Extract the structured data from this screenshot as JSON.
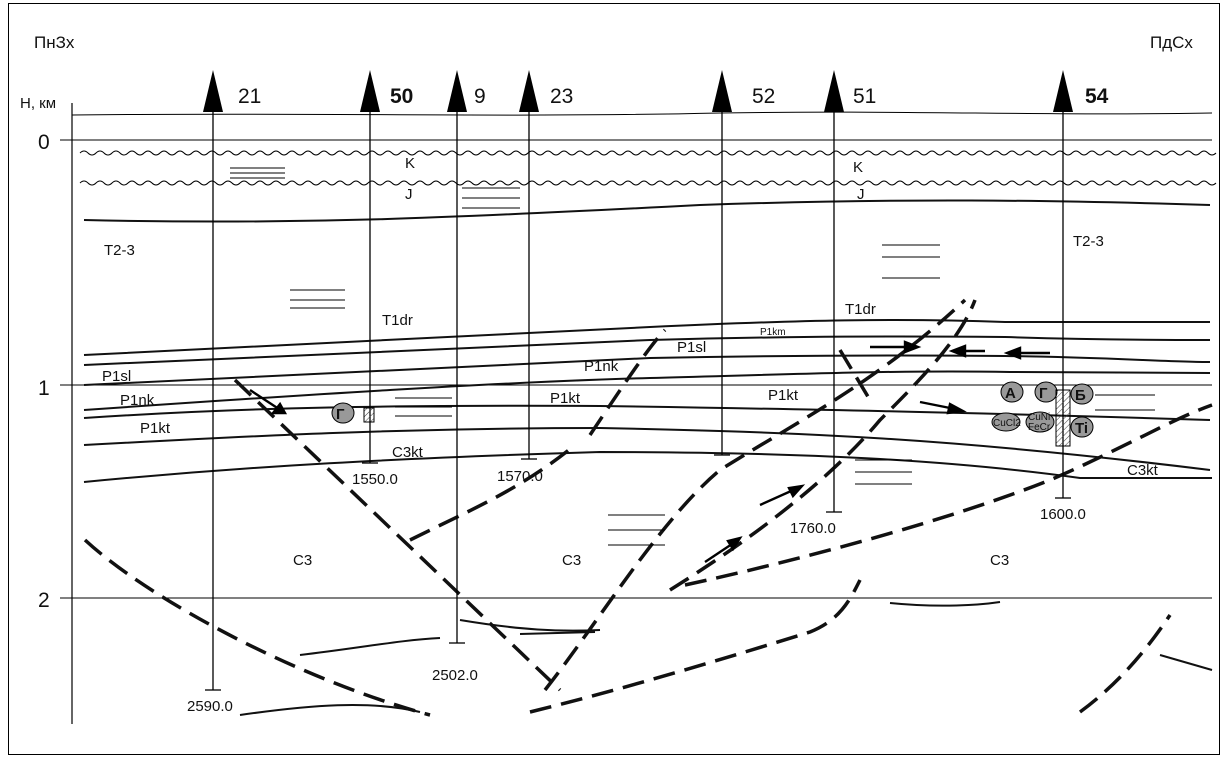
{
  "corner_left": "ПнЗх",
  "corner_right": "ПдСх",
  "axis": {
    "title": "H, км",
    "ticks": [
      {
        "value": 0,
        "label": "0"
      },
      {
        "value": 1,
        "label": "1"
      },
      {
        "value": 2,
        "label": "2"
      }
    ]
  },
  "wells": [
    {
      "id": "21",
      "label": "21",
      "depth_label": "2590.0",
      "bold": false
    },
    {
      "id": "50",
      "label": "50",
      "depth_label": "1550.0",
      "bold": true
    },
    {
      "id": "9",
      "label": "9",
      "depth_label": "2502.0",
      "bold": false
    },
    {
      "id": "23",
      "label": "23",
      "depth_label": "1570.0",
      "bold": false
    },
    {
      "id": "52",
      "label": "52",
      "depth_label": "",
      "bold": false
    },
    {
      "id": "51",
      "label": "51",
      "depth_label": "1760.0",
      "bold": false
    },
    {
      "id": "54",
      "label": "54",
      "depth_label": "1600.0",
      "bold": true
    }
  ],
  "formations": {
    "k1": "K",
    "j1": "J",
    "k2": "K",
    "j2": "J",
    "t23_left": "T2-3",
    "t23_right": "T2-3",
    "t1dr_left": "T1dr",
    "t1dr_right": "T1dr",
    "p1sl_left": "P1sl",
    "p1nk_left": "P1nk",
    "p1kt_left": "P1kt",
    "p1sl_mid": "P1sl",
    "p1km_mid": "P1km",
    "p1nk_mid": "P1nk",
    "p1kt_mid": "P1kt",
    "p1kt_right": "P1kt",
    "c3kt_left": "C3kt",
    "c3kt_right": "C3kt",
    "c3_left": "C3",
    "c3_mid": "C3",
    "c3_right": "C3"
  },
  "markers": {
    "g50": "Г",
    "a54": "А",
    "g54": "Г",
    "b54": "Б",
    "cucl": "CuCl2",
    "cuni": "CuNi",
    "fecr": "FeCr",
    "ti": "Ti"
  }
}
